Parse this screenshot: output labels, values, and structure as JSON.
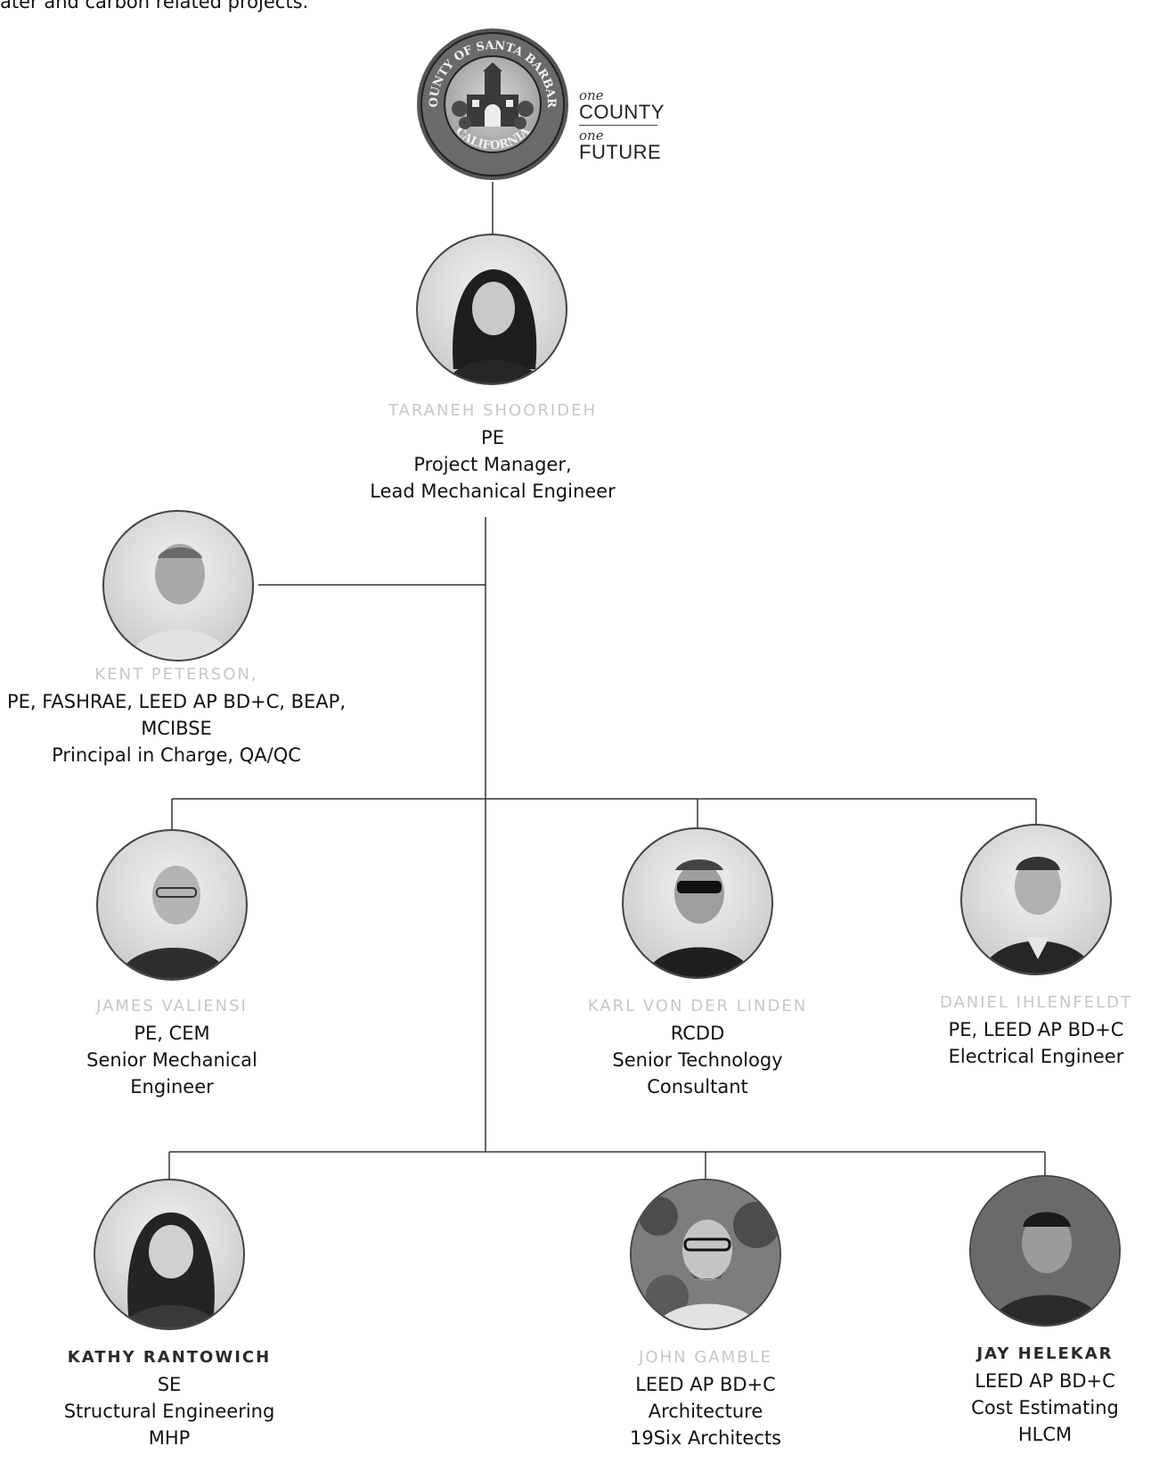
{
  "intro_text": "ater and carbon related projects.",
  "logo": {
    "seal_text_top": "COUNTY OF SANTA BARBARA",
    "seal_text_bottom": "CALIFORNIA",
    "tagline_one_a": "one",
    "tagline_county": "COUNTY",
    "tagline_one_b": "one",
    "tagline_future": "FUTURE"
  },
  "people": [
    {
      "name": "TARANEH SHOORIDEH",
      "credentials": "PE",
      "role_1": "Project Manager,",
      "role_2": "Lead Mechanical Engineer"
    },
    {
      "name": "KENT PETERSON,",
      "credentials": "PE, FASHRAE, LEED AP BD+C, BEAP,",
      "role_1": "MCIBSE",
      "role_2": "Principal in Charge, QA/QC"
    },
    {
      "name": "JAMES VALIENSI",
      "credentials": "PE, CEM",
      "role_1": "Senior Mechanical",
      "role_2": "Engineer"
    },
    {
      "name": "KARL VON DER LINDEN",
      "credentials": "RCDD",
      "role_1": "Senior Technology",
      "role_2": "Consultant"
    },
    {
      "name": "DANIEL IHLENFELDT",
      "credentials": "PE, LEED AP BD+C",
      "role_1": "Electrical Engineer",
      "role_2": ""
    },
    {
      "name": "KATHY RANTOWICH",
      "credentials": "SE",
      "role_1": "Structural Engineering",
      "role_2": "MHP"
    },
    {
      "name": "JOHN GAMBLE",
      "credentials": "LEED AP BD+C",
      "role_1": "Architecture",
      "role_2": "19Six Architects"
    },
    {
      "name": "JAY HELEKAR",
      "credentials": "LEED AP BD+C",
      "role_1": "Cost Estimating",
      "role_2": "HLCM"
    }
  ]
}
